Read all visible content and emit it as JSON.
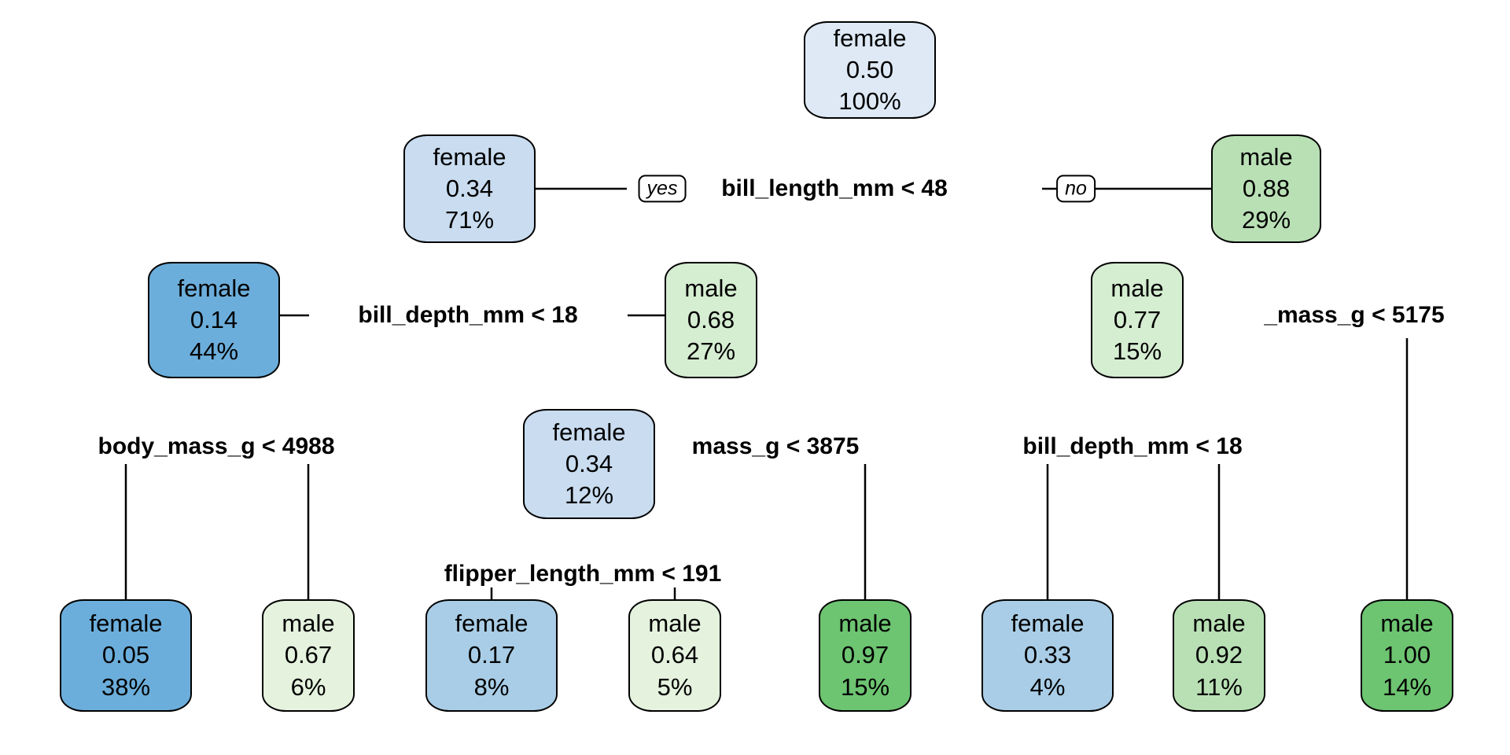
{
  "figure": {
    "type": "decision-tree",
    "title": "",
    "background_color": "#ffffff",
    "stroke_color": "#000000",
    "class_colors": {
      "female_lightest": "#dee9f5",
      "female_light": "#c9dcf0",
      "female_mid": "#a9cde6",
      "female_dark": "#6caedb",
      "male_lightest": "#e4f2de",
      "male_light": "#d5edd1",
      "male_mid": "#b9e0b5",
      "male_dark": "#6dc471"
    }
  },
  "chart_data": {
    "type": "tree",
    "target": "sex",
    "classes": [
      "female",
      "male"
    ],
    "nodes": [
      {
        "id": "n1",
        "class_label": "female",
        "value": "0.50",
        "percent": "100%",
        "fill": "#dee9f5"
      },
      {
        "id": "n2",
        "class_label": "female",
        "value": "0.34",
        "percent": "71%",
        "fill": "#c9dcf0"
      },
      {
        "id": "n3",
        "class_label": "male",
        "value": "0.88",
        "percent": "29%",
        "fill": "#b9e0b5"
      },
      {
        "id": "n4",
        "class_label": "female",
        "value": "0.14",
        "percent": "44%",
        "fill": "#6caedb"
      },
      {
        "id": "n5",
        "class_label": "male",
        "value": "0.68",
        "percent": "27%",
        "fill": "#d5edd1"
      },
      {
        "id": "n6",
        "class_label": "male",
        "value": "0.77",
        "percent": "15%",
        "fill": "#d5edd1"
      },
      {
        "id": "n7",
        "class_label": "female",
        "value": "0.34",
        "percent": "12%",
        "fill": "#c9dcf0"
      },
      {
        "id": "n8",
        "class_label": "female",
        "value": "0.05",
        "percent": "38%",
        "fill": "#6caedb"
      },
      {
        "id": "n9",
        "class_label": "male",
        "value": "0.67",
        "percent": "6%",
        "fill": "#e4f2de"
      },
      {
        "id": "n10",
        "class_label": "female",
        "value": "0.17",
        "percent": "8%",
        "fill": "#a9cde6"
      },
      {
        "id": "n11",
        "class_label": "male",
        "value": "0.64",
        "percent": "5%",
        "fill": "#e4f2de"
      },
      {
        "id": "n12",
        "class_label": "male",
        "value": "0.97",
        "percent": "15%",
        "fill": "#6dc471"
      },
      {
        "id": "n13",
        "class_label": "female",
        "value": "0.33",
        "percent": "4%",
        "fill": "#a9cde6"
      },
      {
        "id": "n14",
        "class_label": "male",
        "value": "0.92",
        "percent": "11%",
        "fill": "#b9e0b5"
      },
      {
        "id": "n15",
        "class_label": "male",
        "value": "1.00",
        "percent": "14%",
        "fill": "#6dc471"
      }
    ],
    "splits": [
      {
        "id": "s1",
        "label": "bill_length_mm < 48",
        "yes_label": "yes",
        "no_label": "no"
      },
      {
        "id": "s2",
        "label": "bill_depth_mm < 18"
      },
      {
        "id": "s3",
        "label": "_mass_g < 5175"
      },
      {
        "id": "s4",
        "label": "body_mass_g < 4988"
      },
      {
        "id": "s5",
        "label": "mass_g < 3875"
      },
      {
        "id": "s6",
        "label": "bill_depth_mm < 18"
      },
      {
        "id": "s7",
        "label": "flipper_length_mm < 191"
      }
    ]
  }
}
